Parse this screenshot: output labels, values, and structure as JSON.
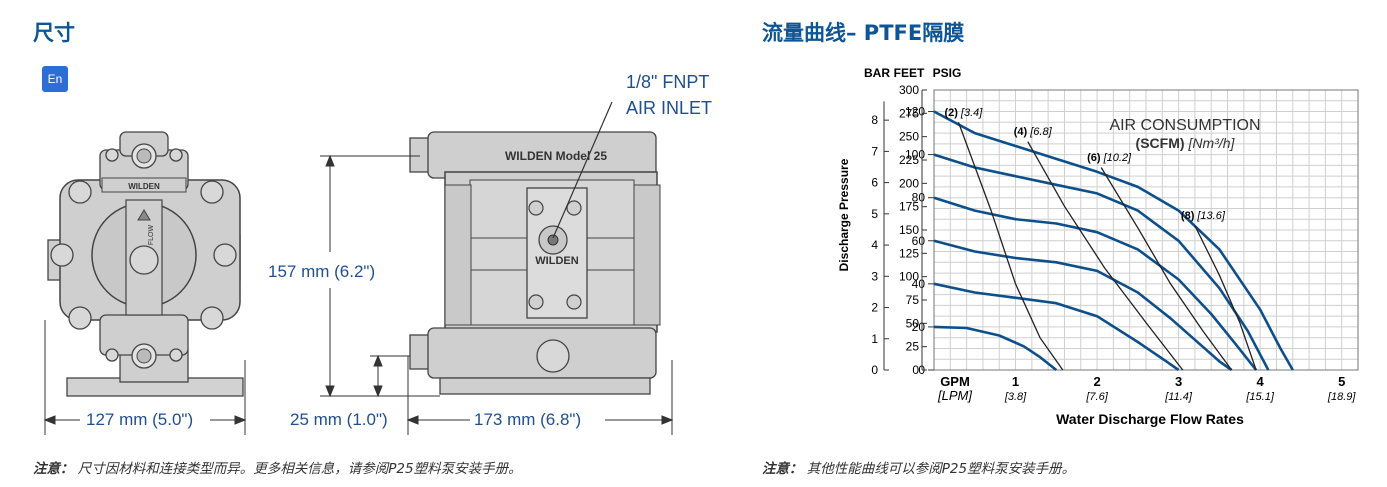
{
  "left_section": {
    "title": "尺寸",
    "translate_icon_label": "En文",
    "brand_label": "WILDEN",
    "model_label": "WILDEN Model 25",
    "center_label": "WILDEN",
    "flow_label": "FLOW",
    "air_inlet_line1": "1/8\" FNPT",
    "air_inlet_line2": "AIR INLET",
    "dim_height": "157 mm (6.2\")",
    "dim_width_front": "127 mm (5.0\")",
    "dim_base": "25 mm (1.0\")",
    "dim_width_side": "173 mm (6.8\")",
    "note_label": "注意：",
    "note_text": "尺寸因材料和连接类型而异。更多相关信息，请参阅P25塑料泵安装手册。"
  },
  "right_section": {
    "title": "流量曲线– PTFE隔膜",
    "note_label": "注意：",
    "note_text": "其他性能曲线可以参阅P25塑料泵安装手册。"
  },
  "chart_data": {
    "type": "line",
    "ylabel": "Discharge Pressure",
    "xlabel": "Water Discharge Flow Rates",
    "axis_headers": [
      "BAR",
      "FEET",
      "PSIG"
    ],
    "x_unit_primary": "GPM",
    "x_unit_secondary": "[LPM]",
    "x_ticks": [
      {
        "gpm": "1",
        "lpm": "[3.8]",
        "v": 1
      },
      {
        "gpm": "2",
        "lpm": "[7.6]",
        "v": 2
      },
      {
        "gpm": "3",
        "lpm": "[11.4]",
        "v": 3
      },
      {
        "gpm": "4",
        "lpm": "[15.1]",
        "v": 4
      },
      {
        "gpm": "5",
        "lpm": "[18.9]",
        "v": 5
      }
    ],
    "xlim": [
      0,
      5.2
    ],
    "ylim": [
      0,
      130
    ],
    "psig_ticks": [
      "0",
      "20",
      "40",
      "60",
      "80",
      "100",
      "120"
    ],
    "feet_ticks": [
      "0",
      "25",
      "50",
      "75",
      "100",
      "125",
      "150",
      "175",
      "200",
      "225",
      "250",
      "275",
      "300"
    ],
    "bar_ticks": [
      "0",
      "1",
      "2",
      "3",
      "4",
      "5",
      "6",
      "7",
      "8"
    ],
    "legend_title": "AIR CONSUMPTION",
    "legend_unit_bold": "(SCFM)",
    "legend_unit_italic": "[Nm³/h]",
    "curve_color": "#0d4f8b",
    "performance_curves": [
      {
        "points": [
          [
            0,
            20
          ],
          [
            0.4,
            19.5
          ],
          [
            0.8,
            16
          ],
          [
            1.1,
            11
          ],
          [
            1.3,
            6
          ],
          [
            1.5,
            0
          ]
        ]
      },
      {
        "points": [
          [
            0,
            40
          ],
          [
            0.5,
            36
          ],
          [
            1.0,
            33.5
          ],
          [
            1.5,
            31
          ],
          [
            2.0,
            25
          ],
          [
            2.5,
            13
          ],
          [
            2.85,
            4
          ],
          [
            3.0,
            0
          ]
        ]
      },
      {
        "points": [
          [
            0,
            60
          ],
          [
            0.5,
            55
          ],
          [
            1.0,
            52
          ],
          [
            1.5,
            50
          ],
          [
            2.0,
            46
          ],
          [
            2.5,
            36
          ],
          [
            2.9,
            24
          ],
          [
            3.2,
            14
          ],
          [
            3.5,
            4
          ],
          [
            3.65,
            0
          ]
        ]
      },
      {
        "points": [
          [
            0,
            80
          ],
          [
            0.5,
            74
          ],
          [
            1.0,
            70
          ],
          [
            1.5,
            68
          ],
          [
            2.0,
            64
          ],
          [
            2.5,
            56
          ],
          [
            3.0,
            42
          ],
          [
            3.4,
            26
          ],
          [
            3.7,
            12
          ],
          [
            3.95,
            0
          ]
        ]
      },
      {
        "points": [
          [
            0,
            100
          ],
          [
            0.5,
            94
          ],
          [
            1.0,
            90
          ],
          [
            1.5,
            86
          ],
          [
            2.0,
            82
          ],
          [
            2.5,
            74
          ],
          [
            3.0,
            60
          ],
          [
            3.5,
            38
          ],
          [
            3.85,
            18
          ],
          [
            4.1,
            0
          ]
        ]
      },
      {
        "points": [
          [
            0,
            120
          ],
          [
            0.5,
            110
          ],
          [
            1.0,
            104
          ],
          [
            1.5,
            98
          ],
          [
            2.0,
            92
          ],
          [
            2.5,
            85
          ],
          [
            3.0,
            74
          ],
          [
            3.5,
            56
          ],
          [
            4.0,
            28
          ],
          [
            4.25,
            10
          ],
          [
            4.4,
            0
          ]
        ]
      }
    ],
    "air_consumption_lines": [
      {
        "label": "(2)",
        "value": "[3.4]",
        "points": [
          [
            0.3,
            115
          ],
          [
            0.7,
            74
          ],
          [
            1.0,
            40
          ],
          [
            1.3,
            15
          ],
          [
            1.58,
            0
          ]
        ],
        "label_at": [
          0.3,
          118
        ]
      },
      {
        "label": "(4)",
        "value": "[6.8]",
        "points": [
          [
            1.15,
            106
          ],
          [
            1.6,
            76
          ],
          [
            2.1,
            47
          ],
          [
            2.6,
            22
          ],
          [
            3.05,
            0
          ]
        ],
        "label_at": [
          1.15,
          109
        ]
      },
      {
        "label": "(6)",
        "value": "[10.2]",
        "points": [
          [
            2.05,
            94
          ],
          [
            2.5,
            66
          ],
          [
            2.9,
            40
          ],
          [
            3.3,
            18
          ],
          [
            3.65,
            0
          ]
        ],
        "label_at": [
          2.05,
          97
        ]
      },
      {
        "label": "(8)",
        "value": "[13.6]",
        "points": [
          [
            3.2,
            67
          ],
          [
            3.5,
            44
          ],
          [
            3.75,
            22
          ],
          [
            3.95,
            0
          ]
        ],
        "label_at": [
          3.2,
          70
        ]
      }
    ]
  }
}
